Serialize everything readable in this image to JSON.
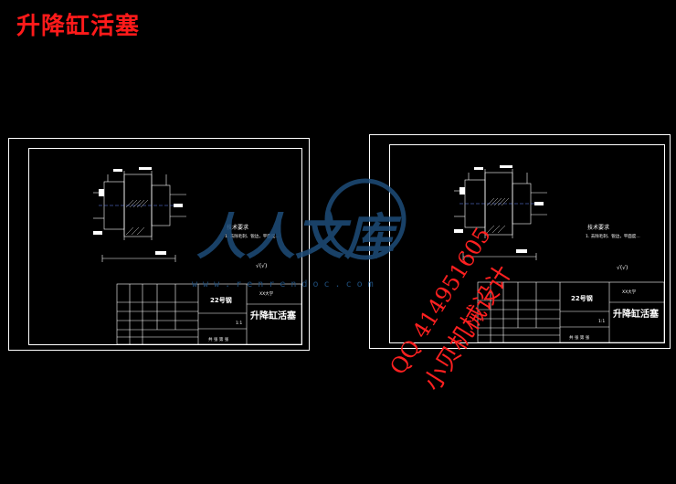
{
  "page_title": "升降缸活塞",
  "sheets": [
    {
      "tech_title": "技术要求",
      "tech_note": "1. 去除毛刺、锐边，平面度…",
      "roughness": "√(√)",
      "title_block": {
        "material": "22号钢",
        "part_name": "升降缸活塞",
        "school": "XX大学",
        "scale": "1:1",
        "bottom_label": "共 张 第 张"
      }
    },
    {
      "tech_title": "技术要求",
      "tech_note": "1. 去除毛刺、锐边，平面度…",
      "roughness": "√(√)",
      "title_block": {
        "material": "22号钢",
        "part_name": "升降缸活塞",
        "school": "XX大学",
        "scale": "1:1",
        "bottom_label": "共 张 第 张"
      }
    }
  ],
  "watermark": {
    "logo_text": "人人文库",
    "url": "w w w . r e n r e n d o c . c o m",
    "qq": "QQ 414951605",
    "shop": "小贝机械设计",
    "logo_color": "#1e4d7a",
    "red": "#ff2020"
  }
}
